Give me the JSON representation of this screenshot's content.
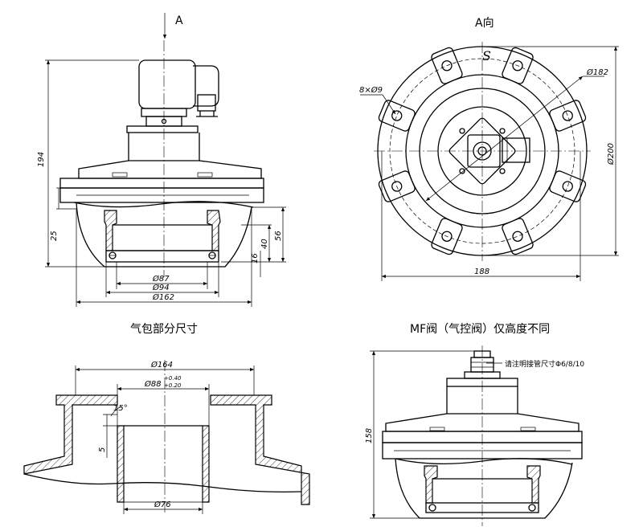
{
  "top_left": {
    "view_arrow_label": "A",
    "dim_height_total": "194",
    "dim_flange": "25",
    "dim_40": "40",
    "dim_56": "56",
    "dim_16": "16",
    "dim_d87": "Ø87",
    "dim_d94": "Ø94",
    "dim_d162": "Ø162"
  },
  "top_right": {
    "view_title": "A向",
    "brand_mark": "S",
    "dim_bolt_holes": "8×Ø9",
    "dim_d182": "Ø182",
    "dim_d200": "Ø200",
    "dim_188": "188"
  },
  "captions": {
    "left": "气包部分尺寸",
    "right": "MF阀（气控阀）仅高度不同"
  },
  "bottom_left": {
    "dim_d164": "Ø164",
    "dim_d88": "Ø88",
    "tol_upper": "+0.40",
    "tol_lower": "+0.20",
    "dim_angle": "15°",
    "dim_5": "5",
    "dim_d76": "Ø76"
  },
  "bottom_right": {
    "note_pipe": "请注明接管尺寸Φ6/8/10",
    "dim_height": "158"
  }
}
